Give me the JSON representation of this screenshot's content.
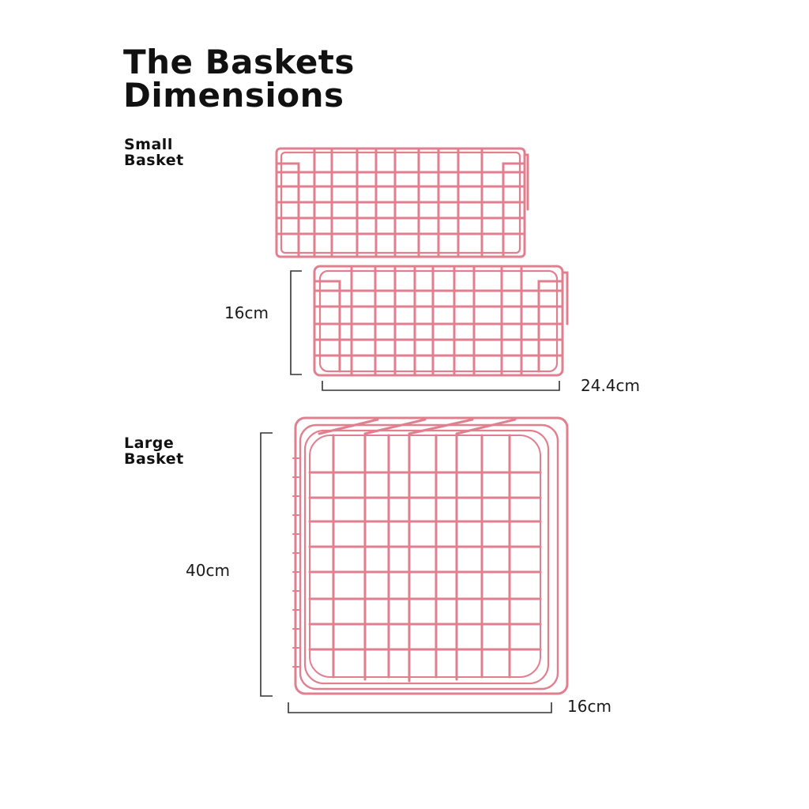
{
  "heading": {
    "line1": "The Baskets",
    "line2": "Dimensions"
  },
  "small_basket": {
    "label_line1": "Small",
    "label_line2": "Basket",
    "height": "16cm",
    "width": "24.4cm"
  },
  "large_basket": {
    "label_line1": "Large",
    "label_line2": "Basket",
    "height": "40cm",
    "width": "16cm"
  },
  "colors": {
    "wire": "#e27f8f",
    "wire_dark": "#c9606f",
    "text": "#111111",
    "measure_line": "#333333"
  }
}
